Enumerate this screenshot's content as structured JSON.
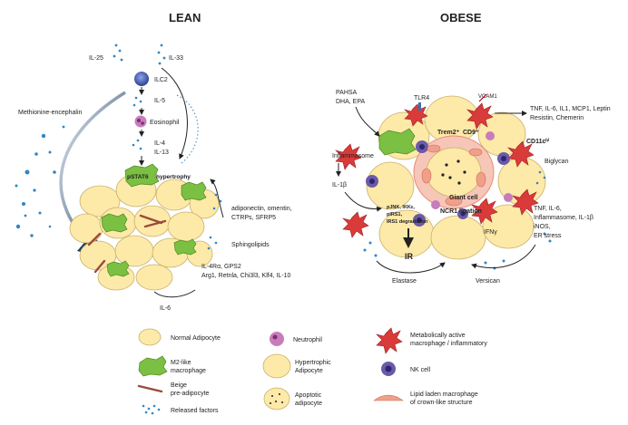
{
  "titles": {
    "lean": "LEAN",
    "obese": "OBESE"
  },
  "lean": {
    "il25": "IL-25",
    "il33": "IL-33",
    "ilc2": "ILC2",
    "il5": "IL-5",
    "eosinophil": "Eosinophil",
    "il4": "IL-4",
    "il13": "IL-13",
    "methionine": "Methionine-encephalin",
    "pstat6": "pSTAT6",
    "hypertrophy": "hypertrophy",
    "adipo1": "adiponectin, omentin,",
    "adipo2": "CTRPs, SFRP5",
    "sphingo": "Sphingolipids",
    "genes1": "IL-4Rα, GPS2",
    "genes2": "Arg1, Retnla, Chi3l3, Klf4, IL-10",
    "il6": "IL-6"
  },
  "obese": {
    "pahsa1": "PAHSA",
    "pahsa2": "DHA, EPA",
    "tlr4": "TLR4",
    "vcam1": "VCAM1",
    "trem2": "Trem2⁺",
    "cd9": "CD9⁺",
    "cyto1": "TNF, IL-6, IL1, MCP1, Leptin",
    "cyto2": "Resistin, Chemerin",
    "cd11c": "CD11cʰⁱ",
    "inflammasome": "Inflammasome",
    "il1b": "IL-1β",
    "giant": "Giant cell",
    "biglycan": "Biglycan",
    "sig1": "pJNK, IKKε,",
    "sig2": "pIRS1,",
    "sig3": "IRS1 degradation",
    "ncr1": "NCR1 ligation",
    "ir": "IR",
    "ifng": "IFNγ",
    "right1": "TNF, IL-6,",
    "right2": "Inflammasome, IL-1β",
    "right3": "iNOS,",
    "right4": "ER stress",
    "elastase": "Elastase",
    "versican": "Versican"
  },
  "legend": {
    "normal": "Normal Adipocyte",
    "m2a": "M2-like",
    "m2b": "macrophage",
    "beige1": "Beige",
    "beige2": "pre-adipocyte",
    "released": "Released factors",
    "neutrophil": "Neutrophil",
    "hyper1": "Hypertrophic",
    "hyper2": "Adipocyte",
    "apop1": "Apoptotic",
    "apop2": "adipocyte",
    "meta1": "Metabolically active",
    "meta2": "macrophage / inflammatory",
    "nk": "NK cell",
    "lipid1": "Lipid laden macrophage",
    "lipid2": "of crown-like structure"
  },
  "colors": {
    "adipocyte": "#fde9a8",
    "adipocyteStroke": "#c9b06a",
    "m2": "#7bc043",
    "beige": "#9b4a3c",
    "dots": "#2f86c6",
    "neutrophil": "#c77dbb",
    "inflammatory": "#d93a3a",
    "nk": "#6a5aa8",
    "crown": "#f0a08a"
  }
}
